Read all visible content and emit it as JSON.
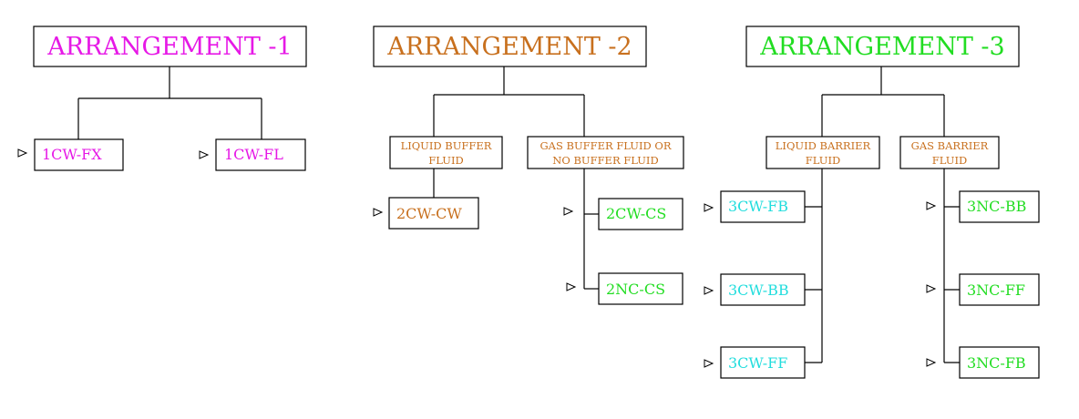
{
  "colors": {
    "arr1": "#e619e6",
    "arr2": "#c8701e",
    "arr3": "#22dd22",
    "cyan": "#22dddd",
    "lines": "#000000"
  },
  "arrangements": [
    {
      "title": "ARRANGEMENT  -1",
      "seals": [
        {
          "label": "1CW-FX"
        },
        {
          "label": "1CW-FL"
        }
      ]
    },
    {
      "title": "ARRANGEMENT  -2",
      "categories": [
        {
          "line1": "LIQUID BUFFER",
          "line2": "FLUID",
          "seals": [
            {
              "label": "2CW-CW"
            }
          ]
        },
        {
          "line1": "GAS BUFFER FLUID OR",
          "line2": "NO BUFFER FLUID",
          "seals": [
            {
              "label": "2CW-CS"
            },
            {
              "label": "2NC-CS"
            }
          ]
        }
      ]
    },
    {
      "title": "ARRANGEMENT  -3",
      "categories": [
        {
          "line1": "LIQUID BARRIER",
          "line2": "FLUID",
          "seals": [
            {
              "label": "3CW-FB"
            },
            {
              "label": "3CW-BB"
            },
            {
              "label": "3CW-FF"
            }
          ]
        },
        {
          "line1": "GAS BARRIER",
          "line2": "FLUID",
          "seals": [
            {
              "label": "3NC-BB"
            },
            {
              "label": "3NC-FF"
            },
            {
              "label": "3NC-FB"
            }
          ]
        }
      ]
    }
  ]
}
